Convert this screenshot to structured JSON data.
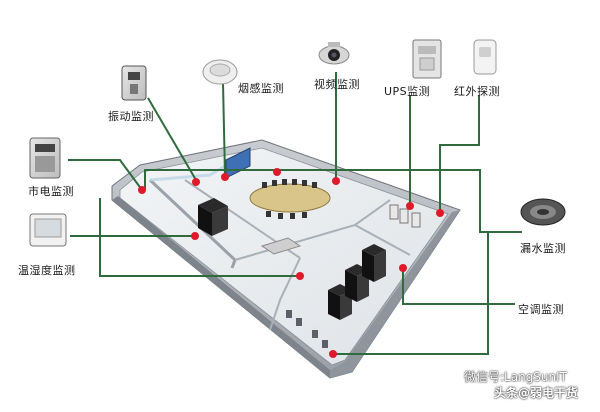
{
  "labels": {
    "vibration": "振动监测",
    "smoke": "烟感监测",
    "video": "视频监测",
    "ups": "UPS监测",
    "infrared": "红外探测",
    "power": "市电监测",
    "temp_humidity": "温湿度监测",
    "water_leak": "漏水监测",
    "air_conditioner": "空调监测"
  },
  "watermark": {
    "wechat": "微信号:LangSunIT",
    "author": "头条@弱电干货"
  },
  "colors": {
    "connector": "#2f6b3c",
    "dot": "#e0192a"
  }
}
